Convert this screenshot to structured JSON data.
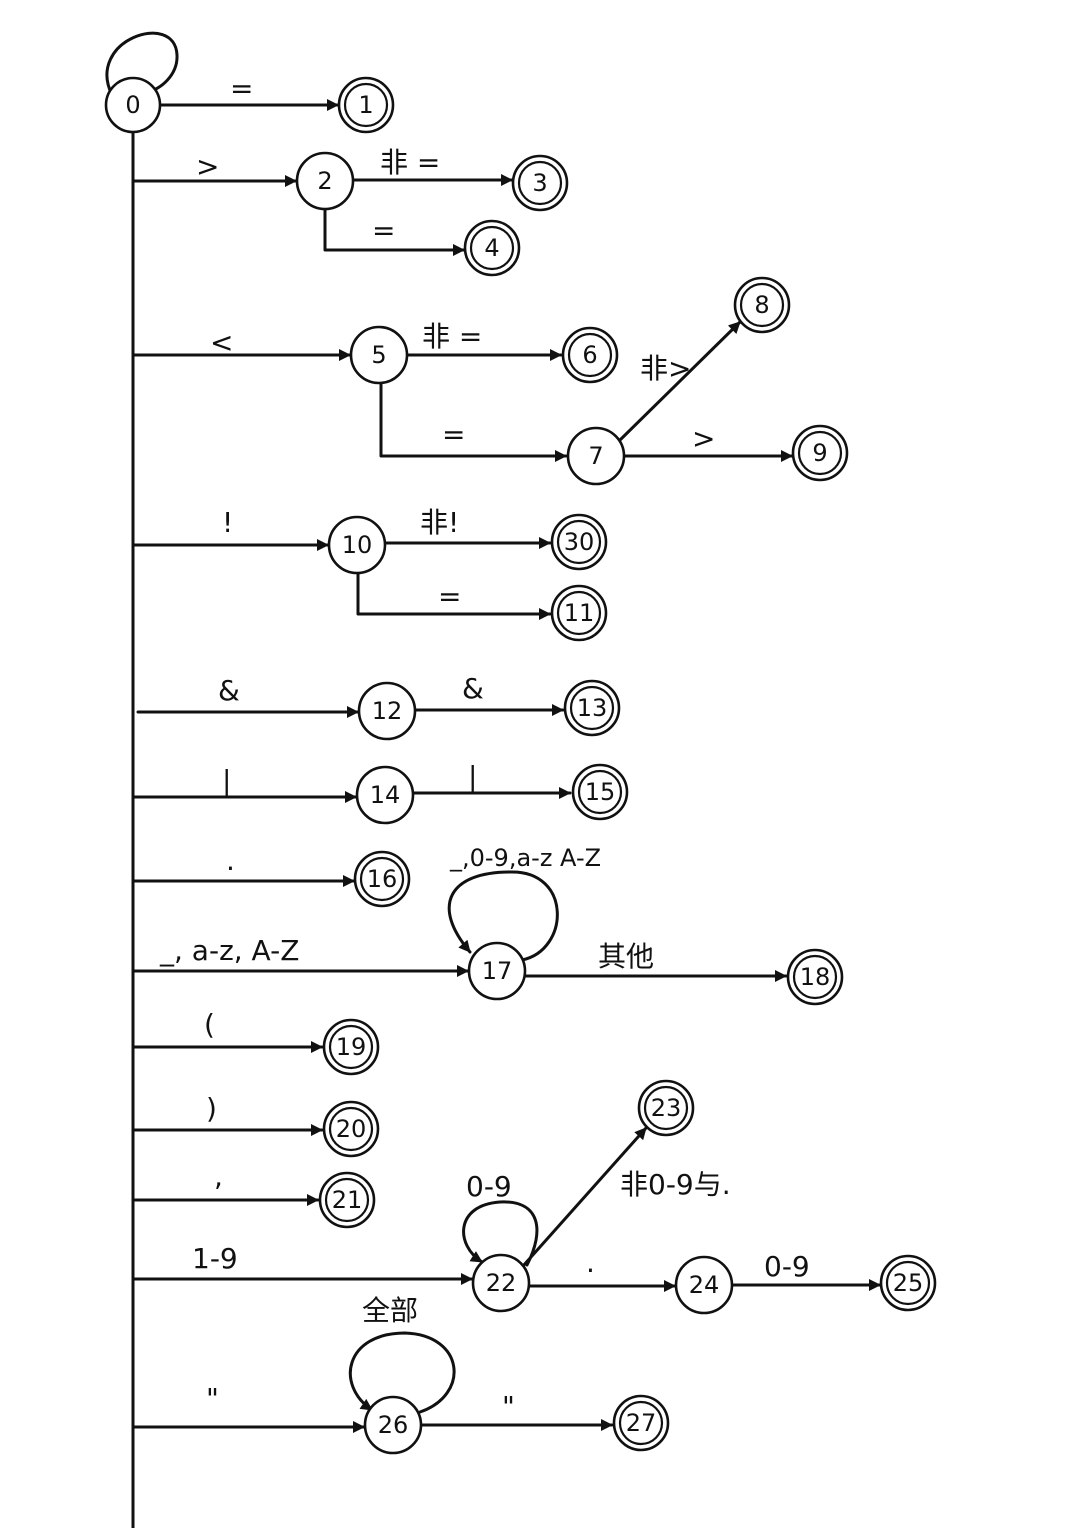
{
  "states": {
    "s0": "0",
    "s1": "1",
    "s2": "2",
    "s3": "3",
    "s4": "4",
    "s5": "5",
    "s6": "6",
    "s7": "7",
    "s8": "8",
    "s9": "9",
    "s10": "10",
    "s11": "11",
    "s12": "12",
    "s13": "13",
    "s14": "14",
    "s15": "15",
    "s16": "16",
    "s17": "17",
    "s18": "18",
    "s19": "19",
    "s20": "20",
    "s21": "21",
    "s22": "22",
    "s23": "23",
    "s24": "24",
    "s25": "25",
    "s26": "26",
    "s27": "27",
    "s30": "30"
  },
  "edges": {
    "e0_1": "=",
    "e0_2": ">",
    "e2_3": "非 =",
    "e2_4": "=",
    "e0_5": "<",
    "e5_6": "非 =",
    "e5_7": "=",
    "e7_8": "非>",
    "e7_9": ">",
    "e0_10": "!",
    "e10_30": "非!",
    "e10_11": "=",
    "e0_12": "&",
    "e12_13": "&",
    "e0_14": "|",
    "e14_15": "|",
    "e0_16": ".",
    "e0_17": "_, a-z, A-Z",
    "e17_17": "_,0-9,a-z A-Z",
    "e17_18": "其他",
    "e0_19": "(",
    "e0_20": ")",
    "e0_21": ",",
    "e0_22": "1-9",
    "e22_22": "0-9",
    "e22_23": "非0-9与.",
    "e22_24": ".",
    "e24_25": "0-9",
    "e0_26": "\"",
    "e26_26": "全部",
    "e26_27": "\""
  }
}
